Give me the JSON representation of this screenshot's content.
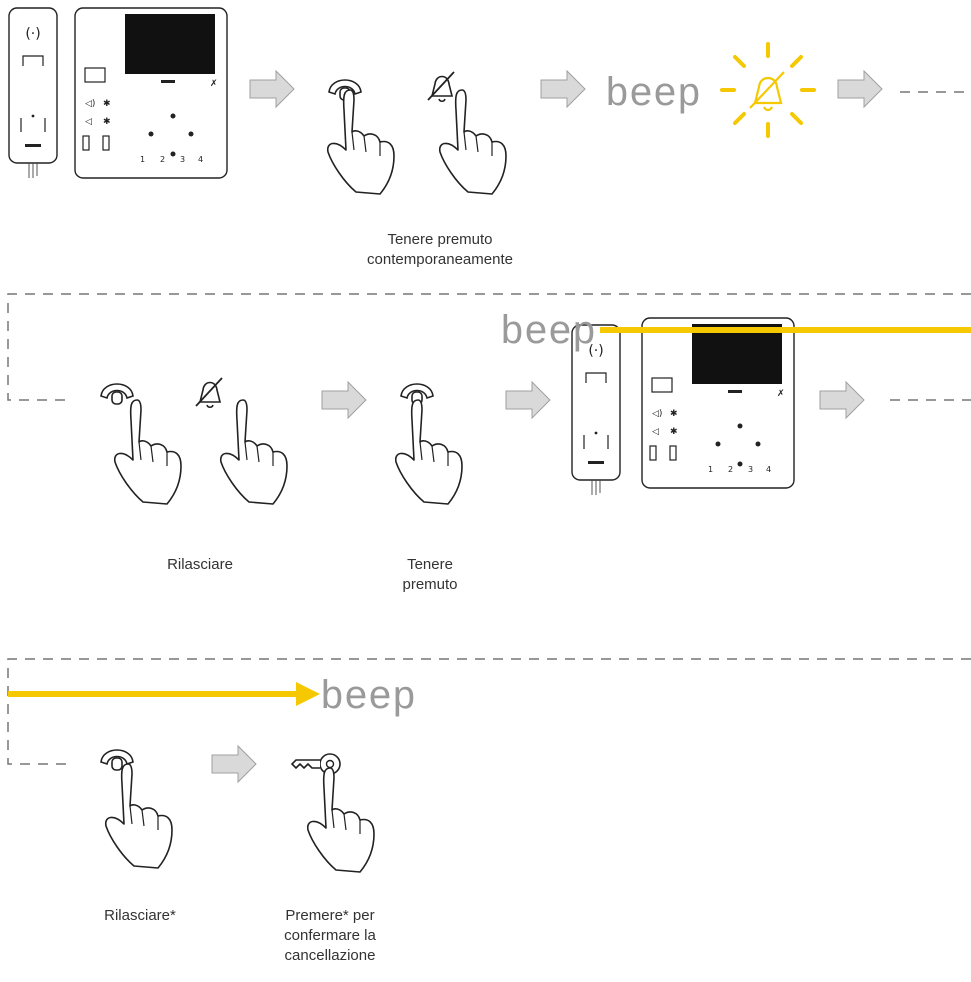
{
  "colors": {
    "arrow": "#d9d9d9",
    "arrow_stroke": "#9a9a9a",
    "dash": "#777777",
    "highlight": "#f5c800",
    "beep_text": "#9a9a9a",
    "line": "#222222"
  },
  "icons": {
    "handset": "handset-icon",
    "mute": "bell-mute-icon",
    "key": "door-key-icon",
    "hand": "pointing-hand-icon",
    "arrow": "next-step-arrow-icon",
    "device": "intercom-device-icon"
  },
  "beep_label": "beep",
  "rows": [
    {
      "steps": [
        {
          "caption": [
            "Tenere premuto",
            "contemporaneamente"
          ]
        }
      ]
    },
    {
      "steps": [
        {
          "caption": [
            "Rilasciare"
          ]
        },
        {
          "caption": [
            "Tenere",
            "premuto"
          ]
        }
      ]
    },
    {
      "steps": [
        {
          "caption": [
            "Rilasciare*"
          ]
        },
        {
          "caption": [
            "Premere* per",
            "confermare la",
            "cancellazione"
          ]
        }
      ]
    }
  ],
  "device_keypad_digits": [
    "1",
    "2",
    "3",
    "4"
  ]
}
